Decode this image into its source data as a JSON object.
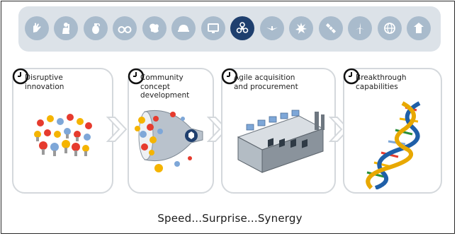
{
  "stages": [
    {
      "label": "Disruptive\ninnovation"
    },
    {
      "label": "Community\nconcept\ndevelopment"
    },
    {
      "label": "Agile acquisition\nand procurement"
    },
    {
      "label": "Breakthrough\ncapabilities"
    }
  ],
  "tagline": "Speed...Surprise...Synergy",
  "icons": [
    "hand-icon",
    "soldier-icon",
    "grenade-icon",
    "binoculars-icon",
    "map-icon",
    "helmet-icon",
    "screen-icon",
    "biohazard-icon",
    "drone-icon",
    "explosion-icon",
    "satellite-icon",
    "wind-turbine-icon",
    "globe-icon",
    "shield-icon"
  ],
  "colors": {
    "strip_bg": "#dce2e8",
    "icon_inactive": "#a9bbcc",
    "icon_active": "#1f3f6e",
    "stage_border": "#d4d8dc"
  }
}
